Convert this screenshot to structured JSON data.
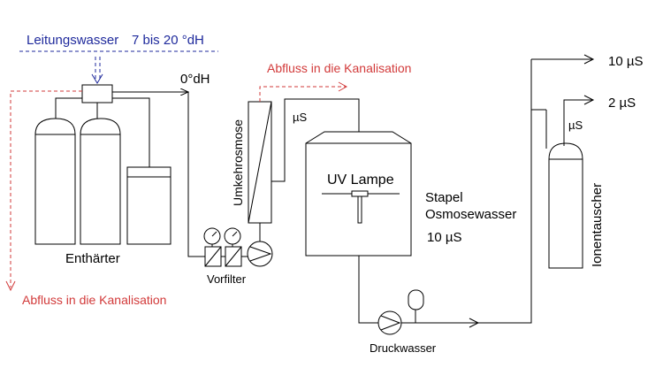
{
  "labels": {
    "leitungswasser": "Leitungswasser",
    "haerte_range": "7 bis 20 °dH",
    "zero_dh": "0°dH",
    "abfluss_top": "Abfluss in die Kanalisation",
    "abfluss_bottom": "Abfluss in die Kanalisation",
    "enthaerter": "Enthärter",
    "vorfilter": "Vorfilter",
    "umkehrosmose": "Umkehrosmose",
    "mu_s_osmose": "µS",
    "uv_lampe": "UV Lampe",
    "stapel": "Stapel",
    "osmosewasser": "Osmosewasser",
    "tank_value": "10 µS",
    "druckwasser": "Druckwasser",
    "ionentauscher": "Ionentauscher",
    "mu_s_ion": "µS",
    "out_10": "10 µS",
    "out_2": "2 µS"
  },
  "colors": {
    "tap_water": "#1f2a9c",
    "drain": "#d23a3a",
    "line": "#000000"
  }
}
